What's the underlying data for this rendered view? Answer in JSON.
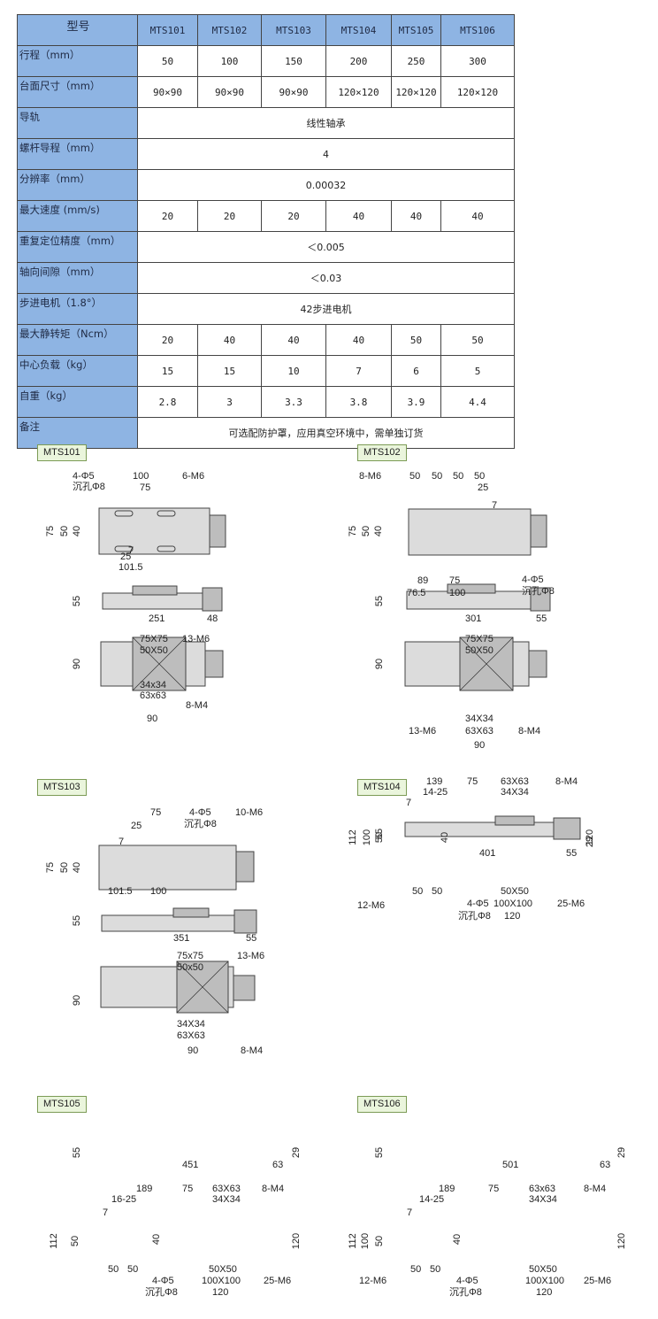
{
  "table": {
    "header": [
      "型号",
      "MTS101",
      "MTS102",
      "MTS103",
      "MTS104",
      "MTS105",
      "MTS106"
    ],
    "rows": [
      {
        "label": "行程（mm）",
        "cells": [
          "50",
          "100",
          "150",
          "200",
          "250",
          "300"
        ]
      },
      {
        "label": "台面尺寸（mm）",
        "cells": [
          "90×90",
          "90×90",
          "90×90",
          "120×120",
          "120×120",
          "120×120"
        ]
      },
      {
        "label": "导轨",
        "merged": "线性轴承"
      },
      {
        "label": "螺杆导程（mm）",
        "merged": "4"
      },
      {
        "label": "分辨率（mm）",
        "merged": "0.00032"
      },
      {
        "label": "最大速度  (mm/s)",
        "cells": [
          "20",
          "20",
          "20",
          "40",
          "40",
          "40"
        ]
      },
      {
        "label": "重复定位精度（mm）",
        "merged": "＜0.005"
      },
      {
        "label": "轴向间隙（mm）",
        "merged": "＜0.03"
      },
      {
        "label": "步进电机（1.8°）",
        "merged": "42步进电机"
      },
      {
        "label": "最大静转矩（Ncm）",
        "cells": [
          "20",
          "40",
          "40",
          "40",
          "50",
          "50"
        ]
      },
      {
        "label": "中心负载（kg）",
        "cells": [
          "15",
          "15",
          "10",
          "7",
          "6",
          "5"
        ]
      },
      {
        "label": "自重（kg）",
        "cells": [
          "2.8",
          "3",
          "3.3",
          "3.8",
          "3.9",
          "4.4"
        ]
      },
      {
        "label": "备注",
        "merged": "可选配防护罩，应用真空环境中，需单独订货"
      }
    ]
  },
  "drawings": {
    "mts101": {
      "tag": "MTS101",
      "labels": [
        "4-Φ5",
        "沉孔Φ8",
        "100",
        "75",
        "6-M6",
        "75",
        "50",
        "40",
        "25",
        "7",
        "101.5",
        "55",
        "251",
        "48",
        "75X75",
        "50X50",
        "13-M6",
        "90",
        "34x34",
        "63x63",
        "8-M4",
        "90"
      ]
    },
    "mts102": {
      "tag": "MTS102",
      "labels": [
        "8-M6",
        "50",
        "50",
        "50",
        "50",
        "25",
        "7",
        "75",
        "50",
        "40",
        "89",
        "75",
        "76.5",
        "100",
        "4-Φ5",
        "沉孔Φ8",
        "55",
        "301",
        "55",
        "75X75",
        "50X50",
        "90",
        "13-M6",
        "34X34",
        "63X63",
        "8-M4",
        "90"
      ]
    },
    "mts103": {
      "tag": "MTS103",
      "labels": [
        "75",
        "4-Φ5",
        "沉孔Φ8",
        "10-M6",
        "25",
        "7",
        "75",
        "50",
        "40",
        "101.5",
        "100",
        "55",
        "351",
        "55",
        "75x75",
        "50x50",
        "13-M6",
        "90",
        "34X34",
        "63X63",
        "90",
        "8-M4"
      ]
    },
    "mts104": {
      "tag": "MTS104",
      "labels": [
        "55",
        "29",
        "401",
        "55",
        "139",
        "75",
        "63X63",
        "8-M4",
        "14-25",
        "34X34",
        "7",
        "112",
        "100",
        "50",
        "40",
        "120",
        "50",
        "50",
        "12-M6",
        "4-Φ5",
        "沉孔Φ8",
        "50X50",
        "100X100",
        "120",
        "25-M6"
      ]
    },
    "mts105": {
      "tag": "MTS105",
      "labels": [
        "55",
        "29",
        "451",
        "63",
        "189",
        "75",
        "63X63",
        "8-M4",
        "16-25",
        "34X34",
        "7",
        "112",
        "50",
        "40",
        "120",
        "50",
        "50",
        "4-Φ5",
        "沉孔Φ8",
        "50X50",
        "100X100",
        "120",
        "25-M6"
      ]
    },
    "mts106": {
      "tag": "MTS106",
      "labels": [
        "55",
        "29",
        "501",
        "63",
        "189",
        "75",
        "63x63",
        "8-M4",
        "14-25",
        "34X34",
        "7",
        "112",
        "100",
        "50",
        "40",
        "120",
        "50",
        "50",
        "12-M6",
        "4-Φ5",
        "沉孔Φ8",
        "50X50",
        "100X100",
        "120",
        "25-M6"
      ]
    }
  }
}
